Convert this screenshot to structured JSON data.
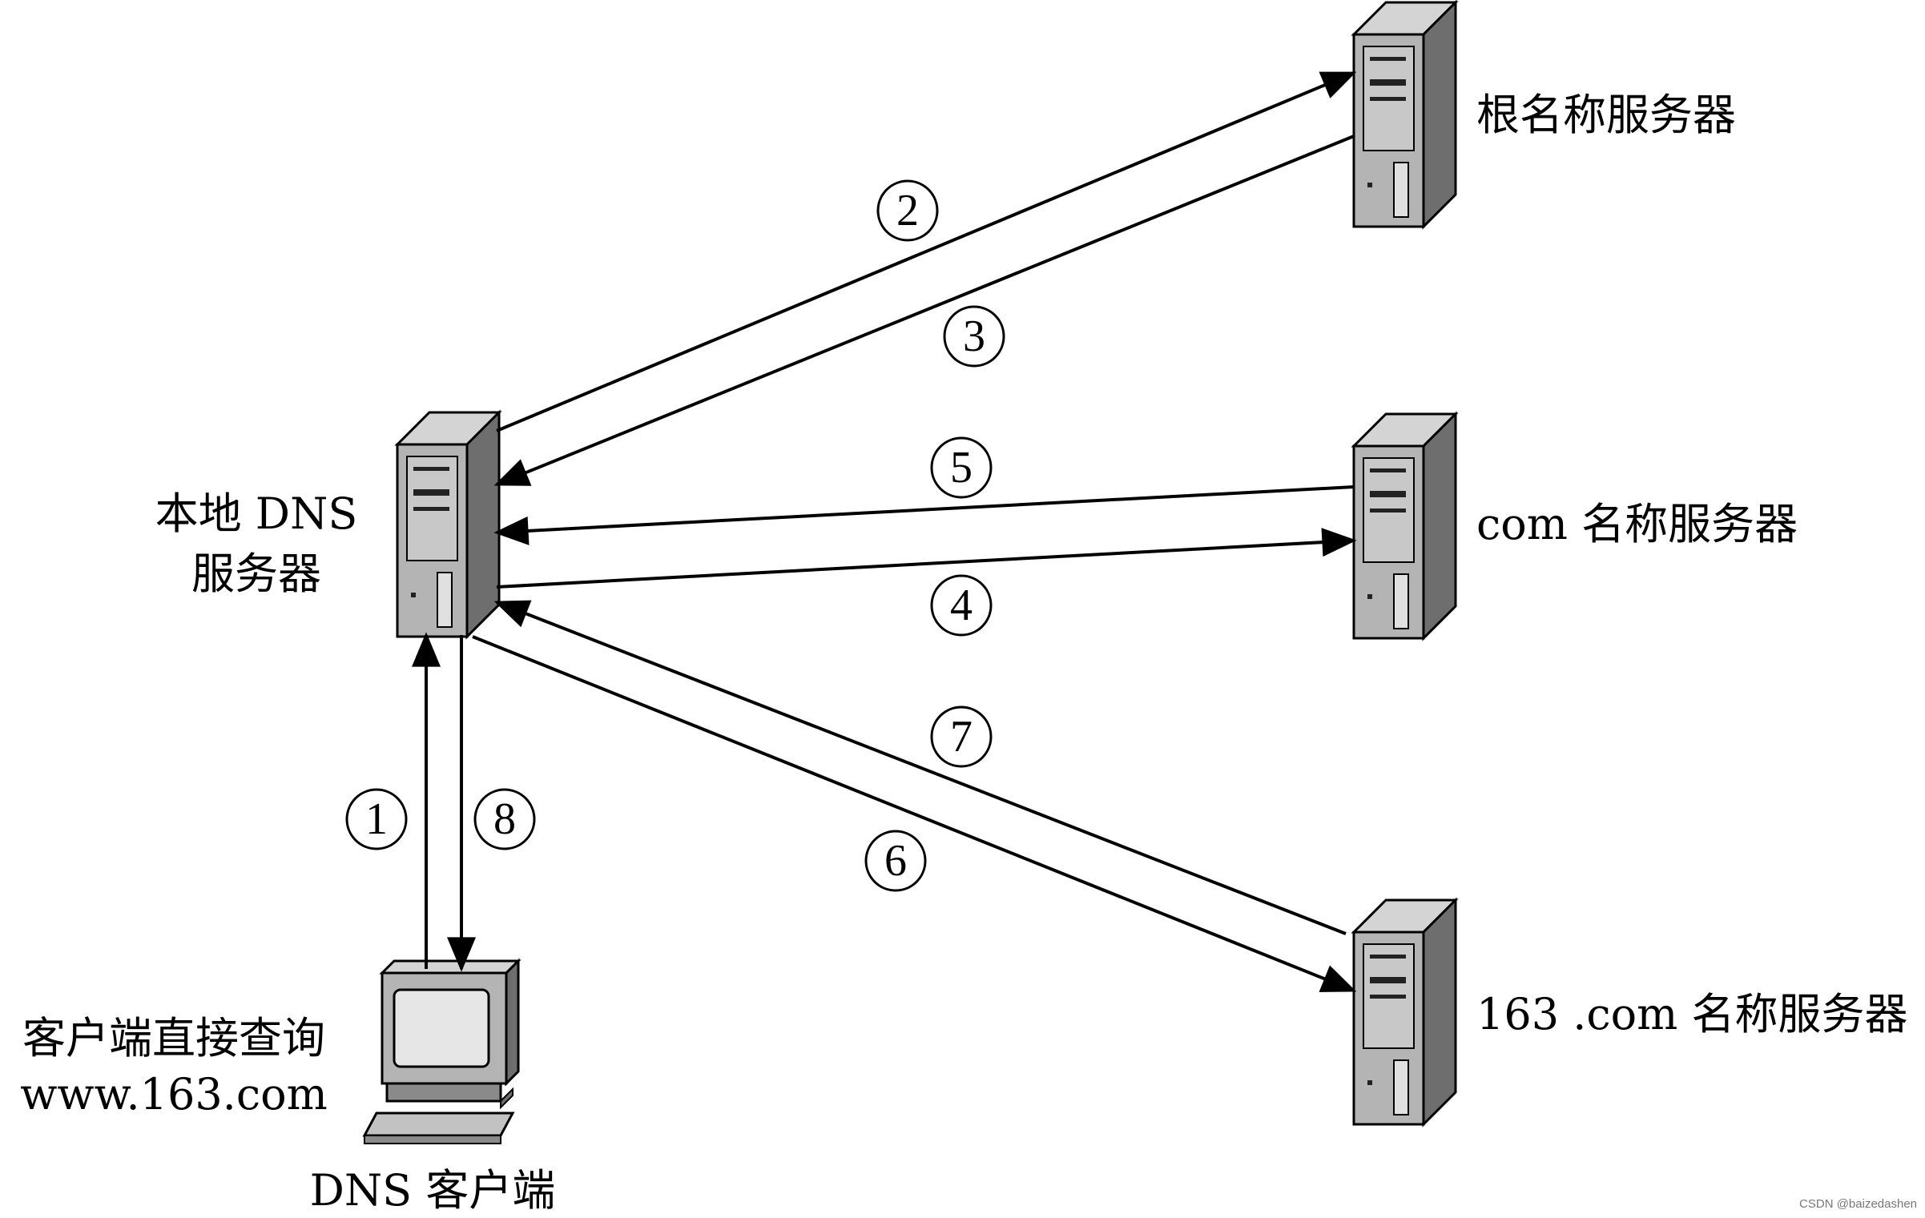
{
  "nodes": {
    "root": {
      "label": "根名称服务器"
    },
    "local": {
      "label_line1": "本地 DNS",
      "label_line2": "服务器"
    },
    "com": {
      "label": "com 名称服务器"
    },
    "n163": {
      "label": "163 .com 名称服务器"
    },
    "client": {
      "label": "DNS 客户端",
      "query_line1": "客户端直接查询",
      "query_line2": "www.163.com"
    }
  },
  "steps": [
    "1",
    "2",
    "3",
    "4",
    "5",
    "6",
    "7",
    "8"
  ],
  "watermark": "CSDN @baizedashen",
  "colors": {
    "server_face": "#b4b4b4",
    "server_top": "#d4d4d4",
    "server_side": "#6e6e6e",
    "line": "#000000"
  }
}
